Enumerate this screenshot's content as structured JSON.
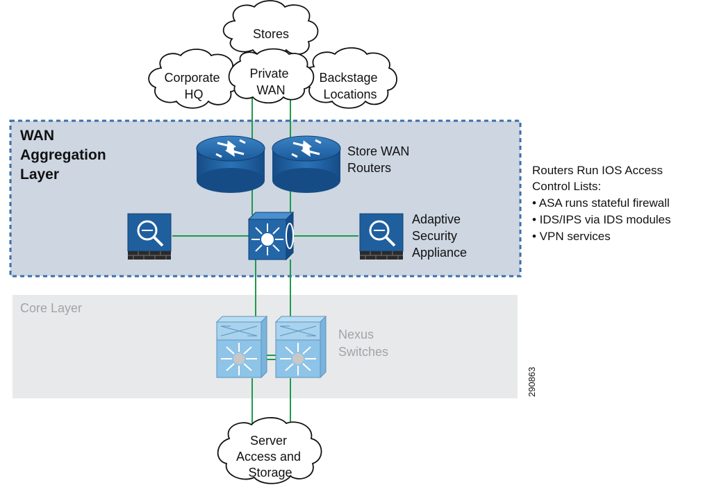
{
  "clouds": {
    "stores": [
      "Stores"
    ],
    "private_wan": [
      "Private",
      "WAN"
    ],
    "corporate_hq": [
      "Corporate",
      "HQ"
    ],
    "backstage": [
      "Backstage",
      "Locations"
    ],
    "server_storage": [
      "Server",
      "Access and",
      "Storage"
    ]
  },
  "wan_layer": {
    "title": [
      "WAN",
      "Aggregation",
      "Layer"
    ]
  },
  "core_layer": {
    "title": "Core Layer"
  },
  "labels": {
    "store_wan_routers": [
      "Store WAN",
      "Routers"
    ],
    "asa": [
      "Adaptive",
      "Security",
      "Appliance"
    ],
    "nexus": [
      "Nexus",
      "Switches"
    ]
  },
  "notes": {
    "lines": [
      "Routers Run IOS Access",
      "Control Lists:",
      "• ASA runs stateful firewall",
      "• IDS/IPS via IDS modules",
      "• VPN services"
    ]
  },
  "figure_id": "290863",
  "colors": {
    "wan_layer_fill": "#cdd6e1",
    "wan_layer_border": "#3b6fa8",
    "core_layer_fill": "#e8e9ea",
    "link": "#1c9a4c",
    "device_blue": "#1f5f9e",
    "nexus_blue": "#8ec4e8"
  }
}
